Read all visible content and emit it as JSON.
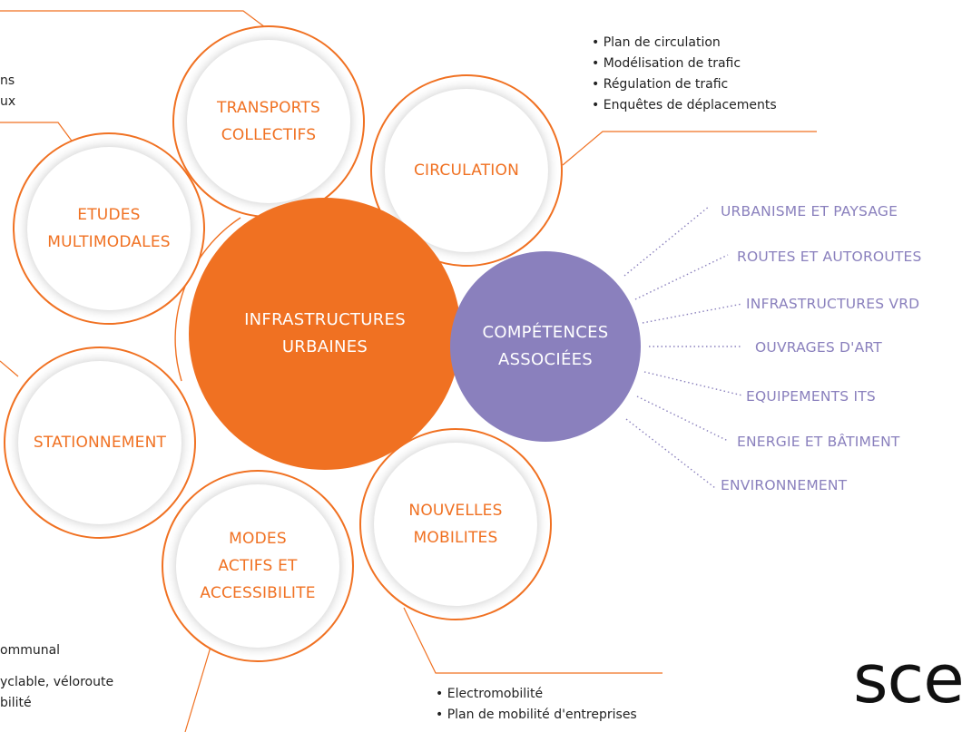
{
  "center": {
    "label": "INFRASTRUCTURES\nURBAINES",
    "color": "#f07122"
  },
  "associated": {
    "label": "COMPÉTENCES\nASSOCIÉES",
    "color": "#8a80bd"
  },
  "domains": [
    {
      "id": "transports",
      "label": "TRANSPORTS\nCOLLECTIFS"
    },
    {
      "id": "circulation",
      "label": "CIRCULATION"
    },
    {
      "id": "etudes",
      "label": "ETUDES\nMULTIMODALES"
    },
    {
      "id": "stationnement",
      "label": "STATIONNEMENT"
    },
    {
      "id": "modes",
      "label": "MODES\nACTIFS ET\nACCESSIBILITE"
    },
    {
      "id": "nouvelles",
      "label": "NOUVELLES\nMOBILITES"
    }
  ],
  "circulation_items": [
    "Plan de circulation",
    "Modélisation de trafic",
    "Régulation de trafic",
    "Enquêtes de déplacements"
  ],
  "nouvelles_items": [
    "Electromobilité",
    "Plan de mobilité d'entreprises"
  ],
  "cut_text": {
    "etudes_1": "ns",
    "etudes_2": "ux",
    "modes_1": "ommunal",
    "modes_2": "yclable, véloroute",
    "modes_3": "bilité"
  },
  "competences": [
    "URBANISME ET PAYSAGE",
    "ROUTES ET AUTOROUTES",
    "INFRASTRUCTURES VRD",
    "OUVRAGES D'ART",
    "EQUIPEMENTS ITS",
    "ENERGIE ET BÂTIMENT",
    "ENVIRONNEMENT"
  ],
  "logo": "sce",
  "colors": {
    "accent": "#f07122",
    "secondary": "#8a80bd",
    "text": "#222222"
  }
}
